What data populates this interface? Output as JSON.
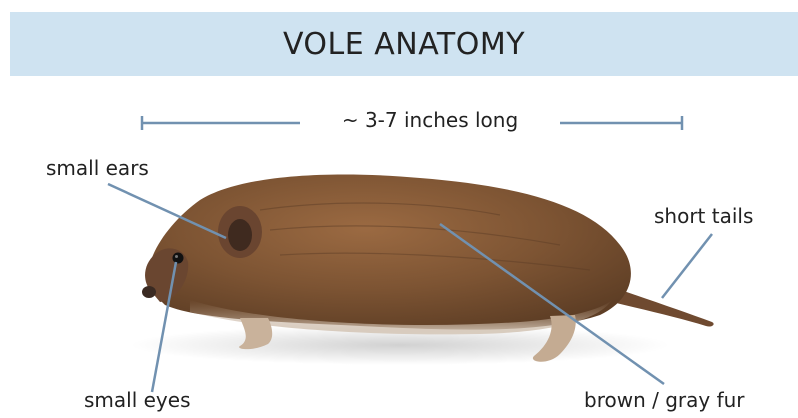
{
  "title": "VOLE ANATOMY",
  "length": "~ 3-7 inches long",
  "labels": {
    "ears": "small ears",
    "eyes": "small eyes",
    "tail": "short tails",
    "fur": "brown / gray fur"
  },
  "colors": {
    "header_band": "#cfe3f1",
    "leader_line": "#7191b0",
    "fur_base": "#8a5e3c"
  }
}
